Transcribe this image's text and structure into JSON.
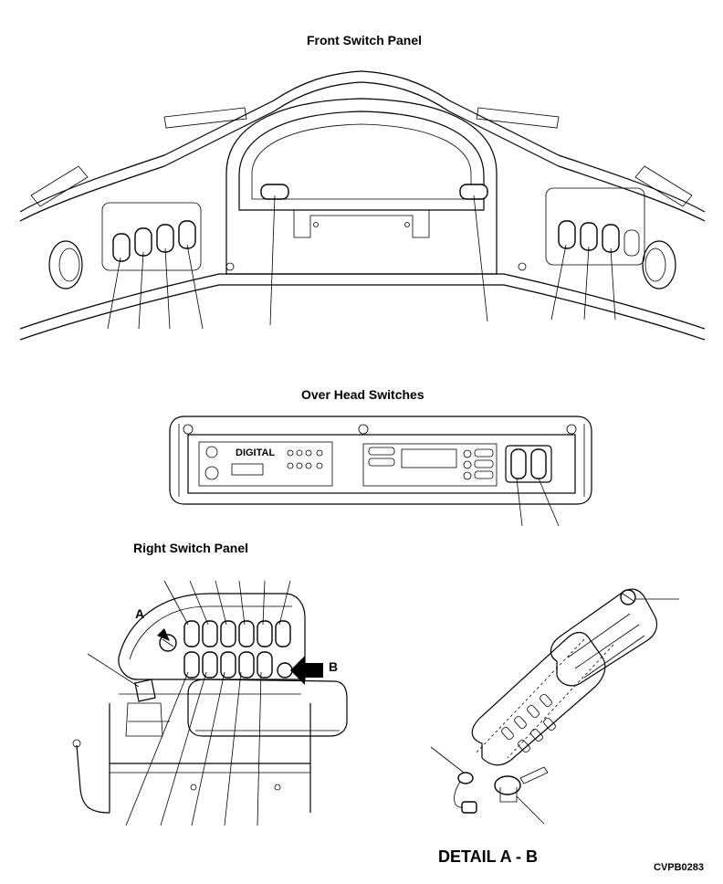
{
  "labels": {
    "front_switch_panel": "Front Switch Panel",
    "over_head_switches": "Over Head Switches",
    "right_switch_panel": "Right Switch Panel",
    "detail": "DETAIL A - B",
    "figure_code": "CVPB0283",
    "callout_a": "A",
    "callout_b": "B"
  },
  "radio": {
    "brand": "DIGITAL"
  }
}
